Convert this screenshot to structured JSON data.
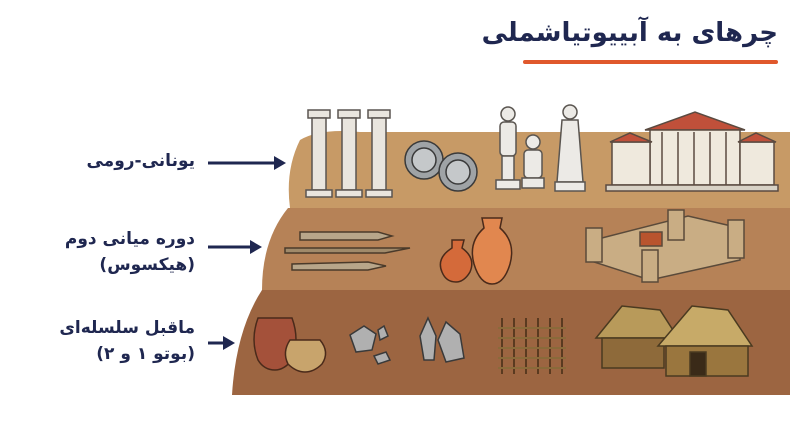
{
  "title": "چرهای به آبییوتیاشملی",
  "layers": [
    {
      "lines": [
        "یونانی-رومی"
      ]
    },
    {
      "lines": [
        "دوره میانی دوم",
        "(هیکسوس)"
      ]
    },
    {
      "lines": [
        "ماقبل سلسله‌ای",
        "(بوتو ۱ و ۲)"
      ]
    }
  ],
  "colors": {
    "title": "#1f2750",
    "underline": "#e0582c",
    "layer_top": "#c79a66",
    "layer_mid": "#b68257",
    "layer_bottom": "#9c6541",
    "arrow": "#1f2750"
  }
}
